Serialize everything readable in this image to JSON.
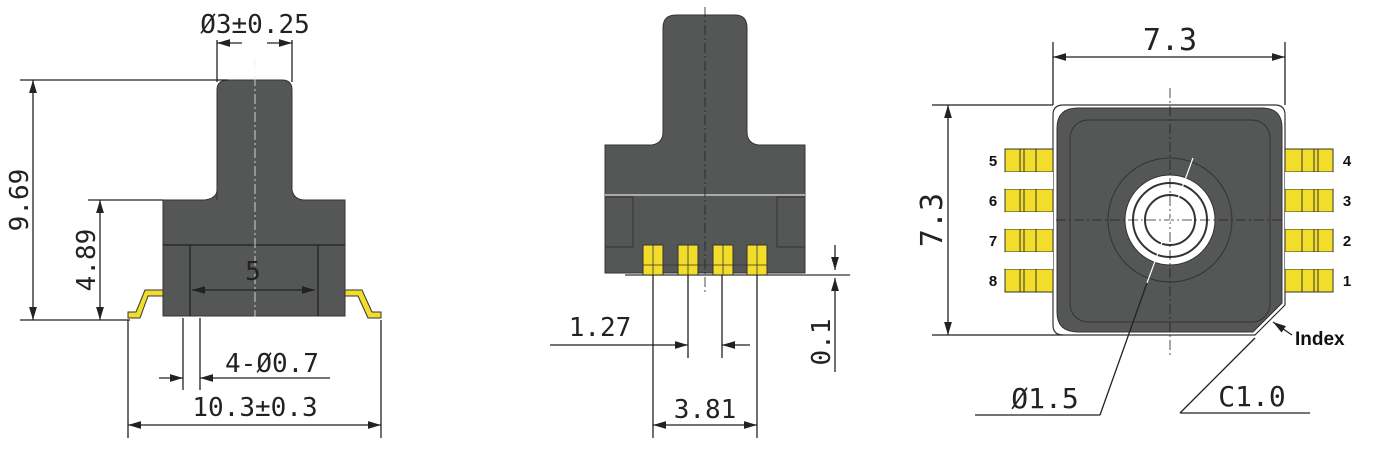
{
  "side_view": {
    "nozzle_diameter": "Ø3±0.25",
    "total_height": "9.69",
    "body_height": "4.89",
    "pin_span": "5",
    "hole_spec": "4-Ø0.7",
    "overall_width": "10.3±0.3"
  },
  "front_view": {
    "pin_pitch": "1.27",
    "pin_span": "3.81",
    "standoff": "0.1"
  },
  "top_view": {
    "width": "7.3",
    "height": "7.3",
    "port_diameter": "Ø1.5",
    "chamfer": "C1.0",
    "index_label": "Index",
    "pins_left": [
      "5",
      "6",
      "7",
      "8"
    ],
    "pins_right": [
      "4",
      "3",
      "2",
      "1"
    ]
  },
  "colors": {
    "body": "#555756",
    "lead": "#f2dd2a"
  }
}
